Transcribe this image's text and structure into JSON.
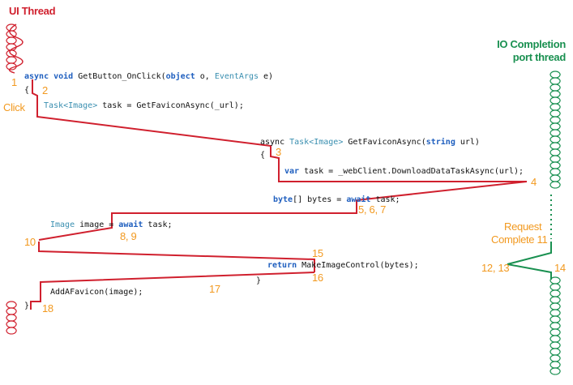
{
  "labels": {
    "ui_thread": "UI Thread",
    "io_thread_line1": "IO Completion",
    "io_thread_line2": "port thread",
    "click": "Click",
    "request_line1": "Request",
    "request_line2": "Complete 11"
  },
  "steps": {
    "s1": "1",
    "s2": "2",
    "s3": "3",
    "s4": "4",
    "s5": "5, 6, 7",
    "s8": "8, 9",
    "s10": "10",
    "s12": "12, 13",
    "s14": "14",
    "s15": "15",
    "s16": "16",
    "s17": "17",
    "s18": "18"
  },
  "code": {
    "l1_kw": "async void",
    "l1_rest": " GetButton_OnClick(",
    "l1_kw2": "object",
    "l1_o": " o, ",
    "l1_type": "EventArgs",
    "l1_end": " e)",
    "brace_open": "{",
    "l2_type": "Task<Image>",
    "l2_rest": " task = GetFaviconAsync(_url);",
    "m1_a": "async ",
    "m1_type": "Task<Image>",
    "m1_mid": " GetFaviconAsync(",
    "m1_kw": "string",
    "m1_end": " url)",
    "m_brace": "{",
    "m2_kw": "var",
    "m2_rest": " task = _webClient.DownloadDataTaskAsync(url);",
    "m3_kw": "byte",
    "m3_mid": "[] bytes = ",
    "m3_kw2": "await",
    "m3_end": " task;",
    "l3_type": "Image",
    "l3_mid": " image = ",
    "l3_kw": "await",
    "l3_end": " task;",
    "m4_kw": "return",
    "m4_rest": " MakeImageControl(bytes);",
    "m_brace_close": "}",
    "l4": "AddAFavicon(image);",
    "brace_close": "}"
  },
  "colors": {
    "ui_thread": "#d0202e",
    "io_thread": "#199050",
    "step_numbers": "#f2991f",
    "keyword": "#1f5fbf",
    "type_name": "#3a8fb0"
  }
}
